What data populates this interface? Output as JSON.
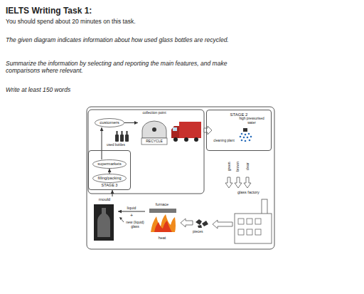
{
  "diagram": {
    "title": "IELTS Writing Task 1:",
    "nodes": [
      {
        "text": [
          "customers"
        ]
      },
      {
        "text": [
          "collection point",
          "RECYCLE"
        ]
      },
      {
        "text": [
          "STAGE 2"
        ]
      },
      {
        "text": [
          "STAGE 3"
        ]
      },
      {
        "text": [
          "supermarkets"
        ],
        "in": 3
      },
      {
        "text": [
          "filling/packing"
        ],
        "in": 3
      },
      {
        "text": [
          "mould"
        ]
      },
      {
        "text": [
          "furnace",
          "heat"
        ]
      }
    ],
    "edges": [
      {
        "from": 0,
        "to": 1,
        "arrow": "to"
      },
      {
        "from": 5,
        "to": 4,
        "arrow": "to"
      },
      {
        "from": 4,
        "to": 0,
        "arrow": "to"
      },
      {
        "from": 6,
        "to": 3,
        "arrow": "to"
      },
      {
        "from": 7,
        "to": 6,
        "label": "liquid",
        "arrow": "to"
      }
    ],
    "labels": [
      "You should spend about 20 minutes on this task.",
      "The given diagram indicates information about how used glass bottles are recycled.",
      "Summarize the information by selecting and reporting the main features, and make comparisons where relevant.",
      "Write at least 150 words",
      "used bottles",
      "high pressurised water",
      "cleaning plant",
      "green",
      "brown",
      "clear",
      "glass factory",
      "+",
      "new (liquid) glass",
      "pieces"
    ]
  }
}
